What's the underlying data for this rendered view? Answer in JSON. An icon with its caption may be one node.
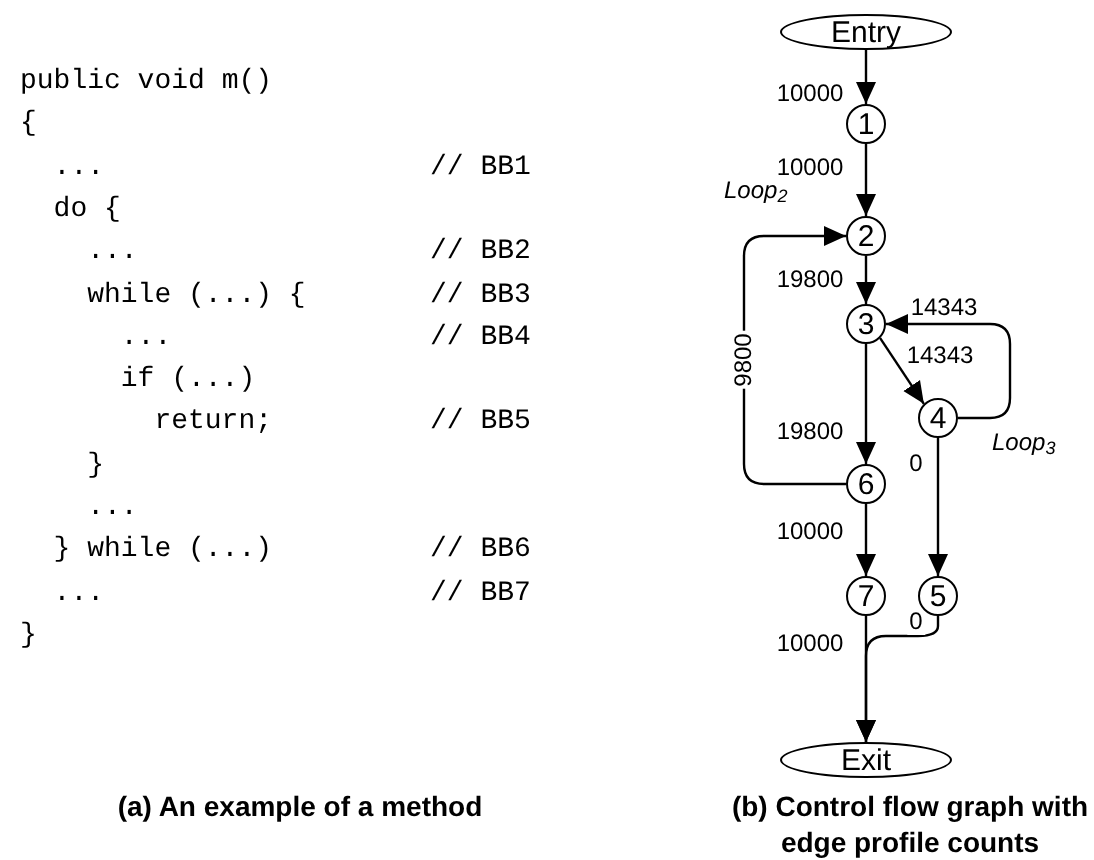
{
  "diagram": {
    "nodes": [
      {
        "text": [
          "Entry"
        ]
      },
      {
        "text": [
          "1"
        ]
      },
      {
        "text": [
          "2"
        ]
      },
      {
        "text": [
          "3"
        ]
      },
      {
        "text": [
          "4"
        ]
      },
      {
        "text": [
          "5"
        ]
      },
      {
        "text": [
          "6"
        ]
      },
      {
        "text": [
          "7"
        ]
      },
      {
        "text": [
          "Exit"
        ]
      }
    ],
    "edges": [
      {
        "from": 0,
        "to": 1,
        "arrow": "to",
        "label": "10000"
      },
      {
        "from": 1,
        "to": 2,
        "arrow": "to",
        "label": "10000"
      },
      {
        "from": 2,
        "to": 3,
        "arrow": "to",
        "label": "19800"
      },
      {
        "from": 3,
        "to": 4,
        "arrow": "to",
        "label": "14343"
      },
      {
        "from": 4,
        "to": 3,
        "arrow": "to",
        "label": "14343"
      },
      {
        "from": 3,
        "to": 6,
        "arrow": "to",
        "label": "19800"
      },
      {
        "from": 6,
        "to": 2,
        "arrow": "to",
        "label": "9800"
      },
      {
        "from": 4,
        "to": 5,
        "arrow": "to",
        "label": "0"
      },
      {
        "from": 6,
        "to": 7,
        "arrow": "to",
        "label": "10000"
      },
      {
        "from": 7,
        "to": 8,
        "arrow": "to",
        "label": "10000"
      },
      {
        "from": 5,
        "to": 8,
        "arrow": "to",
        "label": "0"
      }
    ],
    "labels": [
      "public void m()",
      "{",
      "...",
      "// BB1",
      "do {",
      "...",
      "// BB2",
      "while (...) {",
      "// BB3",
      "...",
      "// BB4",
      "if (...)",
      "return;",
      "// BB5",
      "}",
      "...",
      "} while (...)",
      "// BB6",
      "...",
      "// BB7",
      "}",
      "(a) An example of a method",
      "(b) Control flow graph with edge profile counts",
      "Loop$_{2}$",
      "Loop$_{3}$"
    ]
  }
}
